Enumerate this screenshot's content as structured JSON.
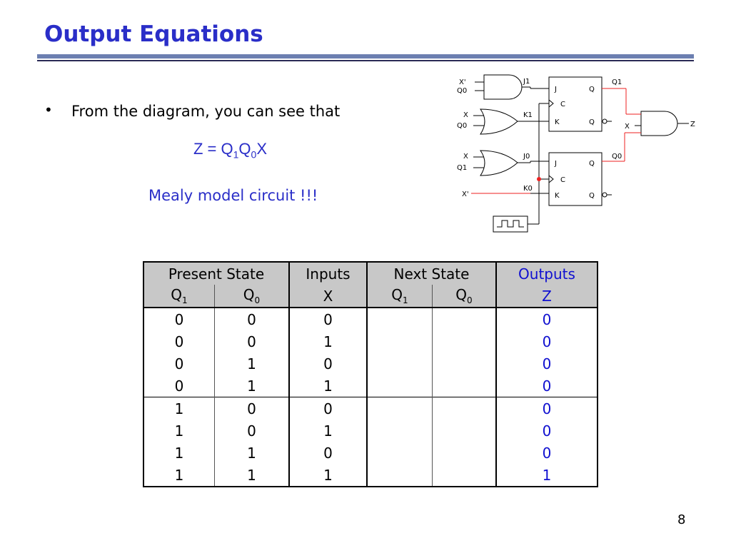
{
  "slide": {
    "title": "Output Equations",
    "bullet": "•",
    "bullet_text": "From the diagram, you can see that",
    "equation": {
      "lhs": "Z = Q",
      "sub1": "1",
      "mid": "Q",
      "sub2": "0",
      "rhs": "X"
    },
    "mealy_note": "Mealy model circuit !!!",
    "page_number": "8"
  },
  "diagram": {
    "labels": {
      "x_prime_a": "X'",
      "q0_a": "Q0",
      "j1": "J1",
      "q1_out": "Q1",
      "x_b": "X",
      "q0_b": "Q0",
      "k1": "K1",
      "x_c": "X",
      "q1_c": "Q1",
      "j0": "J0",
      "q0_out": "Q0",
      "x_prime_d": "X'",
      "k0": "K0",
      "x_gate": "X",
      "z_out": "Z",
      "ff_j": "J",
      "ff_k": "K",
      "ff_c": "C",
      "ff_q": "Q"
    },
    "colors": {
      "line": "#000000",
      "highlight": "#ee2222"
    }
  },
  "table": {
    "headers": {
      "present": "Present State",
      "inputs": "Inputs",
      "next": "Next State",
      "outputs": "Outputs"
    },
    "subheaders": {
      "q1": {
        "base": "Q",
        "sub": "1"
      },
      "q0": {
        "base": "Q",
        "sub": "0"
      },
      "x": "X",
      "nq1": {
        "base": "Q",
        "sub": "1"
      },
      "nq0": {
        "base": "Q",
        "sub": "0"
      },
      "z": "Z"
    },
    "rows": [
      {
        "q1": "0",
        "q0": "0",
        "x": "0",
        "nq1": "",
        "nq0": "",
        "z": "0"
      },
      {
        "q1": "0",
        "q0": "0",
        "x": "1",
        "nq1": "",
        "nq0": "",
        "z": "0"
      },
      {
        "q1": "0",
        "q0": "1",
        "x": "0",
        "nq1": "",
        "nq0": "",
        "z": "0"
      },
      {
        "q1": "0",
        "q0": "1",
        "x": "1",
        "nq1": "",
        "nq0": "",
        "z": "0"
      },
      {
        "q1": "1",
        "q0": "0",
        "x": "0",
        "nq1": "",
        "nq0": "",
        "z": "0"
      },
      {
        "q1": "1",
        "q0": "0",
        "x": "1",
        "nq1": "",
        "nq0": "",
        "z": "0"
      },
      {
        "q1": "1",
        "q0": "1",
        "x": "0",
        "nq1": "",
        "nq0": "",
        "z": "0"
      },
      {
        "q1": "1",
        "q0": "1",
        "x": "1",
        "nq1": "",
        "nq0": "",
        "z": "1"
      }
    ]
  }
}
